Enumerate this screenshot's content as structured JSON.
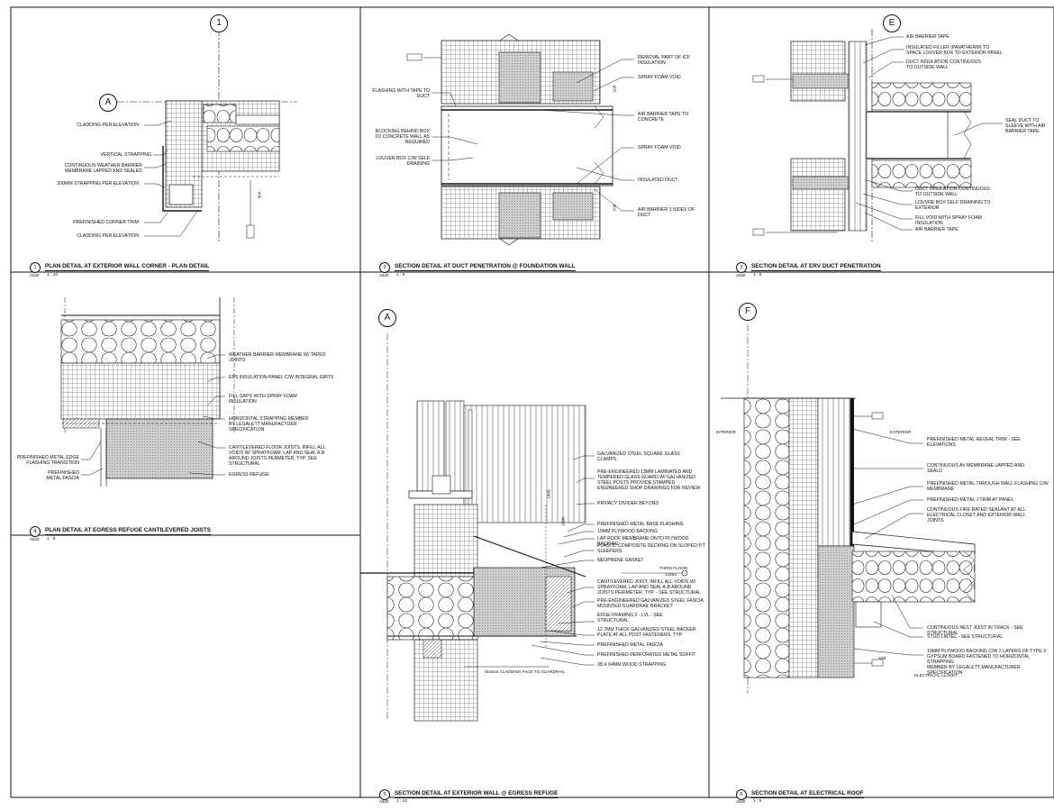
{
  "details": [
    {
      "number": "1",
      "title": "PLAN DETAIL AT EXTERIOR WALL CORNER - PLAN DETAIL",
      "sheet_ref": "A520",
      "scale": "1 : 10"
    },
    {
      "number": "2",
      "title": "SECTION DETAIL AT DUCT PENETRATION @ FOUNDATION WALL",
      "sheet_ref": "A520",
      "scale": "1 : 5"
    },
    {
      "number": "3",
      "title": "SECTION DETAIL AT ERV DUCT PENETRATION",
      "sheet_ref": "A520",
      "scale": "1 : 5"
    },
    {
      "number": "4",
      "title": "PLAN DETAIL AT EGRESS REFUGE CANTILEVERED JOISTS",
      "sheet_ref": "A520",
      "scale": "1 : 5"
    },
    {
      "number": "5",
      "title": "SECTION DETAIL AT EXTERIOR WALL @ EGRESS REFUGE",
      "sheet_ref": "A520",
      "scale": "1 : 10"
    },
    {
      "number": "6",
      "title": "SECTION DETAIL AT ELECTRICAL ROOF",
      "sheet_ref": "A520",
      "scale": "1 : 5"
    }
  ],
  "grid_bubbles": {
    "d1_top": "1",
    "d1_left": "A",
    "d3_top": "E",
    "d5_top": "A",
    "d6_top": "F"
  },
  "detail1_notes": [
    "CLADDING PER ELEVATION",
    "VERTICAL STRAPPING",
    "CONTINUOUS WEATHER BARRIER\nMEMBRANE LAPPED AND SEALED",
    "200mm STRAPPING PER ELEVATION",
    "PREFINISHED CORNER TRIM",
    "CLADDING PER ELEVATION"
  ],
  "detail2_left_notes": [
    "FLASHING WITH TAPE TO\nDUCT",
    "BLOCKING BEHIND BOX\nTO CONCRETE WALL AS\nREQUIRED",
    "LOUVER BOX C/W SELF\nDRAINING"
  ],
  "detail2_right_notes": [
    "REMOVAL PART OF ICF\nINSULATION",
    "SPRAY FOAM VOID",
    "AIR BARRIER TAPE TO\nCONCRETE",
    "SPRAY FOAM VOID",
    "INSULATED DUCT",
    "AIR BARRIER 3 SIDES OF\nDUCT"
  ],
  "detail3_notes_top": [
    "AIR BARRIER TAPE",
    "INSULATED FILLER (PAVATHERM) TO\nSPACE LOUVER BOX TO EXTERIOR PANEL",
    "DUCT INSULATION CONTINUOUS\nTO OUTSIDE WALL"
  ],
  "detail3_note_side": "SEAL DUCT TO\nSLEEVE WITH AIR\nBARRIER TAPE",
  "detail3_notes_bottom": [
    "DUCT INSULATION CONTINUOUS\nTO OUTSIDE WALL",
    "LOUVRE BOX SELF DRAINING TO\nEXTERIOR",
    "FILL VOID WITH SPRAY FOAM\nINSULATION",
    "AIR BARRIER TAPE"
  ],
  "detail4_right_notes": [
    "WEATHER BARRIER MEMBRANE W/ TAPED\nJOINTS",
    "EPS INSULATION PANEL C/W INTEGRAL GIRTS",
    "FILL GAPS WITH SPRAY FOAM\nINSULATION",
    "HORIZONTAL STRAPPING MEMBER\nBY LEGALETT MANUFACTUER\nSPECIFICATION",
    "CANTILEVERED FLOOR JOISTS. INFILL ALL\nVOIDS W/ SPRAYFOAM. LAP AND SEAL A.B\nAROUND JOISTS PERMETER, TYP. SEE\nSTRUCTURAL",
    "EGRESS REFUGE"
  ],
  "detail4_left_notes": [
    "PREFINISHED METAL EDGE\nFLASHING TRANSITION",
    "PREFINISHED\nMETAL FASCIA"
  ],
  "detail5_notes": [
    "GALVANIZED STEEL SQUARE GLASS\nCLAMPS",
    "PRE-ENGINEERED 13mm LAMINATED AND\nTEMPERED GLASS GUARD W/ GALVANIZED\nSTEEL POSTS PROVIDE STAMPED\nENGINEERED SHOP DRAWINGS FOR REVIEW",
    "PRIVACY DIVIDER BEYOND",
    "PREFINISHED METAL BASE FLASHING",
    "19mm PLYWOOD BACKING",
    "LAP ROOF MEMBRANE ONTO PLYWOOD BACKING",
    "PLASTIC COMPOSITE DECKING ON SLOPED P.T\nSLEEPERS",
    "NEOPRENE GASKET",
    "CANTILEVERED JOIST, INFILL ALL VOIDS W/\nSPRAYFOAM. LAP AND SEAL A.B AROUND\nJOISTS PERIMETER, TYP. - SEE STRUCTURAL",
    "PRE-ENGINEERED GALVANIZED STEEL FASCIA\nMOUNTED GUARDRAIL BRACKET",
    "EDGE FRAMING 2 - LVL - SEE\nSTRUCTURAL",
    "12.7mm THICK GALVANIZED STEEL BACKER\nPLATE AT ALL POST FASTENERS, TYP.",
    "PREFINISHED METAL FASCIA",
    "PREFINISHED PERFORATED METAL SOFFIT",
    "38 x 64mm WOOD STRAPPING"
  ],
  "detail5_extra": {
    "floor_label": "THIRD FLOOR",
    "floor_elev": "14464",
    "guard_text": "915mm CLADDING FACE TO GUARDRAIL"
  },
  "detail6_notes": [
    "PREFINISHED METAL REVEAL TRIM - SEE\nELEVATIONS",
    "CONTINUOUS AV MEMBRANE LAPPED AND\nSEALD",
    "PREFINISHED METAL THROUGH WALL FLASHING C/W\nMEMBRANE",
    "PREFINISHED METAL J TRIM AT PANEL",
    "CONTINUOUS FIRE RATED SEALANT AT ALL\nELECTRICAL CLOSET AND EXTERIOR WALL\nJOINTS",
    "CONTINUOUS NEST JOIST IN TRACK - SEE STRUCTURAL",
    "STUD LINTEL - SEE STRUCTURAL",
    "19mm PLYWOOD BACKING C/W 2 LAYERS OF TYPE X\nGYPSUM BOARD FASTENED TO HORIZONTAL STRAPPING\nMEMBER BY LEGALETT MANUFACTURER SPECIFICATION"
  ],
  "detail6_labels": {
    "interior": "INTERIOR",
    "exterior": "EXTERIOR",
    "closet": "ELECTRICAL CLOSET",
    "sm": "S/M"
  },
  "dimension_labels": {
    "d1": "304",
    "d2a": "100",
    "d2b": "100",
    "d5a": "1400",
    "d5b": "1000"
  }
}
